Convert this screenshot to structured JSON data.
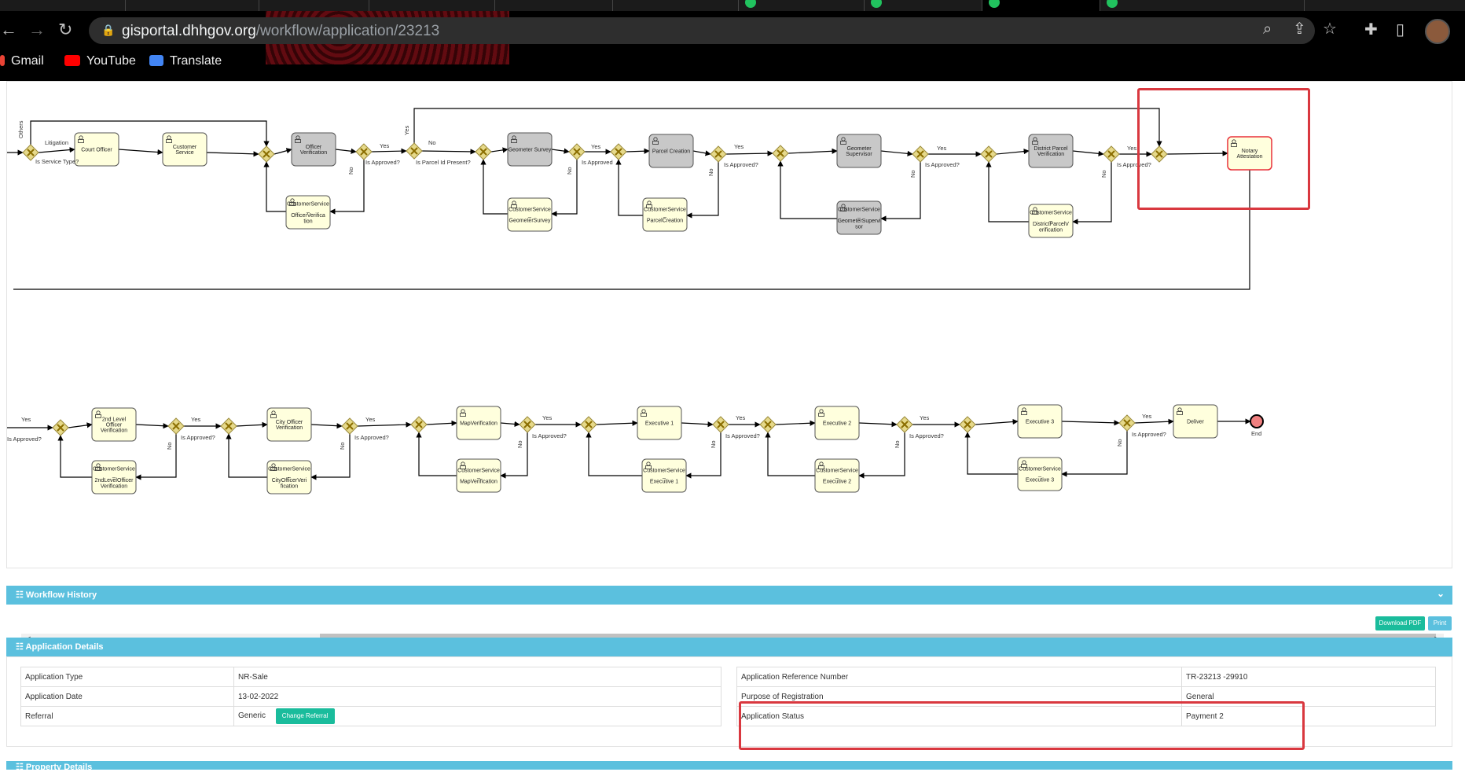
{
  "browser": {
    "url_host": "gisportal.dhhgov.org",
    "url_path": "/workflow/application/23213",
    "bookmarks": [
      {
        "label": "Gmail",
        "icon": "gmail-icon"
      },
      {
        "label": "YouTube",
        "icon": "youtube-icon"
      },
      {
        "label": "Translate",
        "icon": "translate-icon"
      }
    ]
  },
  "workflow": {
    "tasks": [
      {
        "id": "court",
        "label": "Court Officer",
        "style": "normal"
      },
      {
        "id": "custsvc",
        "label": "Customer Service",
        "style": "normal"
      },
      {
        "id": "offver",
        "label": "Officer Verification",
        "style": "done"
      },
      {
        "id": "cs_off",
        "label": "CustomerService_OfficerVerification",
        "style": "normal"
      },
      {
        "id": "geosur",
        "label": "Geometer Survey",
        "style": "done"
      },
      {
        "id": "cs_geo",
        "label": "CustomerService_GeometerSurvey",
        "style": "normal"
      },
      {
        "id": "parcel",
        "label": "Parcel Creation",
        "style": "done"
      },
      {
        "id": "cs_parcel",
        "label": "CustomerService_ParcelCreation",
        "style": "normal"
      },
      {
        "id": "geosup",
        "label": "Geometer Supervisor",
        "style": "done"
      },
      {
        "id": "cs_geosup",
        "label": "CustomerService_GeometerSupervisor",
        "style": "done"
      },
      {
        "id": "distpv",
        "label": "District Parcel Verification",
        "style": "done"
      },
      {
        "id": "cs_dist",
        "label": "CustomerService_DistrictParcelVerification",
        "style": "normal"
      },
      {
        "id": "notary",
        "label": "Notary Attestation",
        "style": "active"
      },
      {
        "id": "l2off",
        "label": "2nd Level Officer Verification",
        "style": "normal"
      },
      {
        "id": "cs_l2",
        "label": "CustomerService_2ndLevelOfficerVerification",
        "style": "normal"
      },
      {
        "id": "cityoff",
        "label": "City Officer Verification",
        "style": "normal"
      },
      {
        "id": "cs_city",
        "label": "CustomerService_CityOfficerVerification",
        "style": "normal"
      },
      {
        "id": "mapver",
        "label": "MapVerification",
        "style": "normal"
      },
      {
        "id": "cs_map",
        "label": "CustomerService_MapVerification",
        "style": "normal"
      },
      {
        "id": "exec1",
        "label": "Executive 1",
        "style": "normal"
      },
      {
        "id": "cs_exec1",
        "label": "CustomerService_Executive 1",
        "style": "normal"
      },
      {
        "id": "exec2",
        "label": "Executive 2",
        "style": "normal"
      },
      {
        "id": "cs_exec2",
        "label": "CustomerService_Executive 2",
        "style": "normal"
      },
      {
        "id": "exec3",
        "label": "Executive 3",
        "style": "normal"
      },
      {
        "id": "cs_exec3",
        "label": "CustomerService_Executive 3",
        "style": "normal"
      },
      {
        "id": "deliver",
        "label": "Deliver",
        "style": "normal"
      }
    ],
    "gateway_labels": {
      "service_type": "Is Service Type?",
      "approved": "Is Approved?",
      "approved_alt": "Is Approved",
      "parcel_present": "Is Parcel Id Present?"
    },
    "flow_labels": {
      "yes": "Yes",
      "no": "No",
      "litigation": "Litigation",
      "others": "Others",
      "end": "End"
    }
  },
  "workflow_history": {
    "title": "Workflow History"
  },
  "actions": {
    "download_pdf": "Download PDF",
    "print": "Print"
  },
  "application_details": {
    "title": "Application Details",
    "left": [
      {
        "label": "Application Type",
        "value": "NR-Sale"
      },
      {
        "label": "Application Date",
        "value": "13-02-2022"
      },
      {
        "label": "Referral",
        "value": "Generic"
      }
    ],
    "change_referral": "Change Referral",
    "right": [
      {
        "label": "Application Reference Number",
        "value": "TR-23213 -29910"
      },
      {
        "label": "Purpose of Registration",
        "value": "General"
      },
      {
        "label": "Application Status",
        "value": "Payment 2"
      }
    ]
  },
  "property_details": {
    "title": "Property Details"
  },
  "colors": {
    "task_fill": "#ffffdd",
    "task_done": "#c8c8c8",
    "active_border": "#e8303a",
    "gateway": "#e6d98a",
    "panel": "#5bc0de",
    "button": "#1abc9c",
    "highlight": "#d9383f"
  }
}
